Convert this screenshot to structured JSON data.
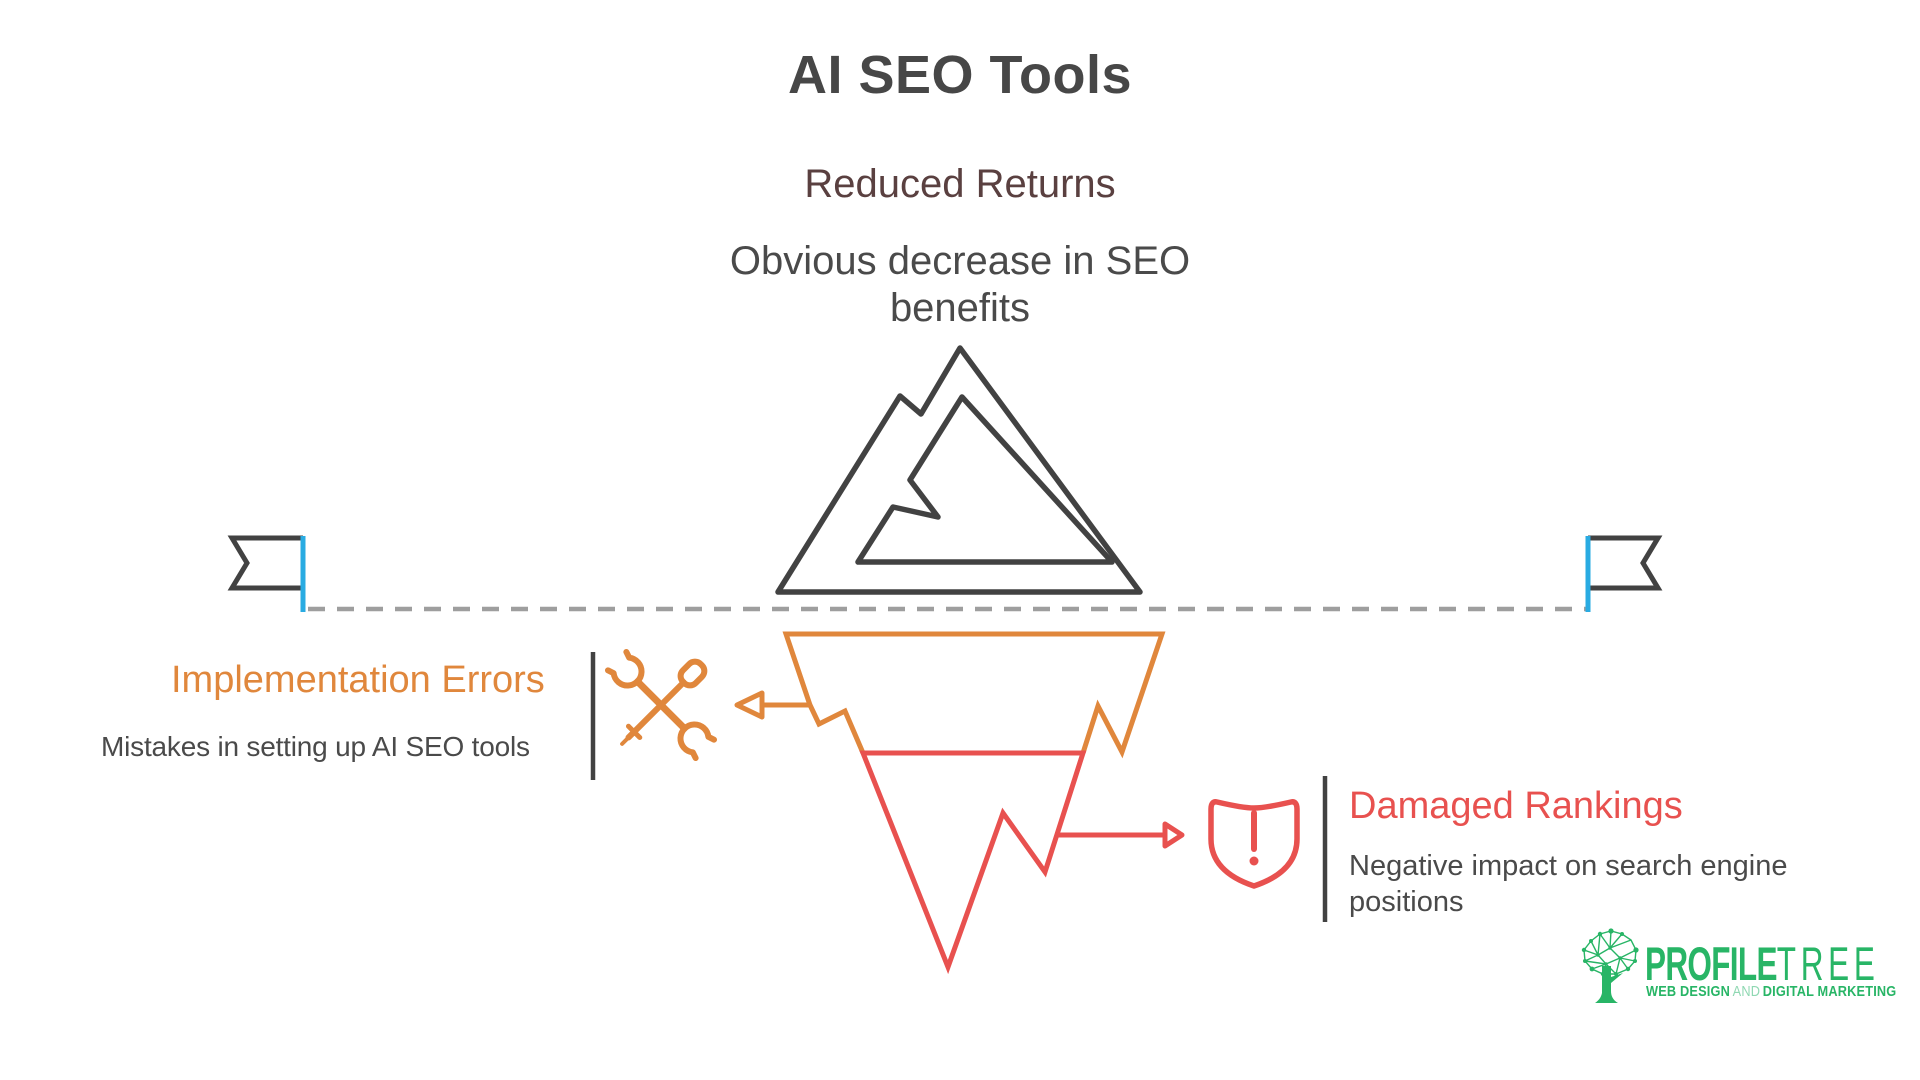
{
  "title": "AI SEO Tools",
  "above_water": {
    "label": "Reduced Returns",
    "description_line1": "Obvious decrease in SEO",
    "description_line2": "benefits",
    "icon": "mountain-icon"
  },
  "waterline": {
    "style": "dashed",
    "left_flag_icon": "flag-left-icon",
    "right_flag_icon": "flag-right-icon"
  },
  "below_water": {
    "left_callout": {
      "heading": "Implementation Errors",
      "description": "Mistakes in setting up AI SEO tools",
      "icon": "crossed-wrench-screwdriver-icon"
    },
    "right_callout": {
      "heading": "Damaged Rankings",
      "description_line1": "Negative impact on search engine",
      "description_line2": "positions",
      "icon": "shield-exclamation-icon"
    }
  },
  "logo": {
    "icon": "tree-network-icon",
    "brand_primary": "PROFILE",
    "brand_secondary": "TREE",
    "tagline_part1": "WEB DESIGN",
    "tagline_part2": "AND",
    "tagline_part3": "DIGITAL MARKETING"
  },
  "colors": {
    "dark": "#424242",
    "text_gray": "#4A4A4A",
    "maroon": "#5A4040",
    "orange": "#E0873C",
    "red": "#E8514F",
    "blue": "#29ABE2",
    "dash_gray": "#9E9E9E",
    "green": "#28B566",
    "green_light": "#8FD8B2"
  }
}
